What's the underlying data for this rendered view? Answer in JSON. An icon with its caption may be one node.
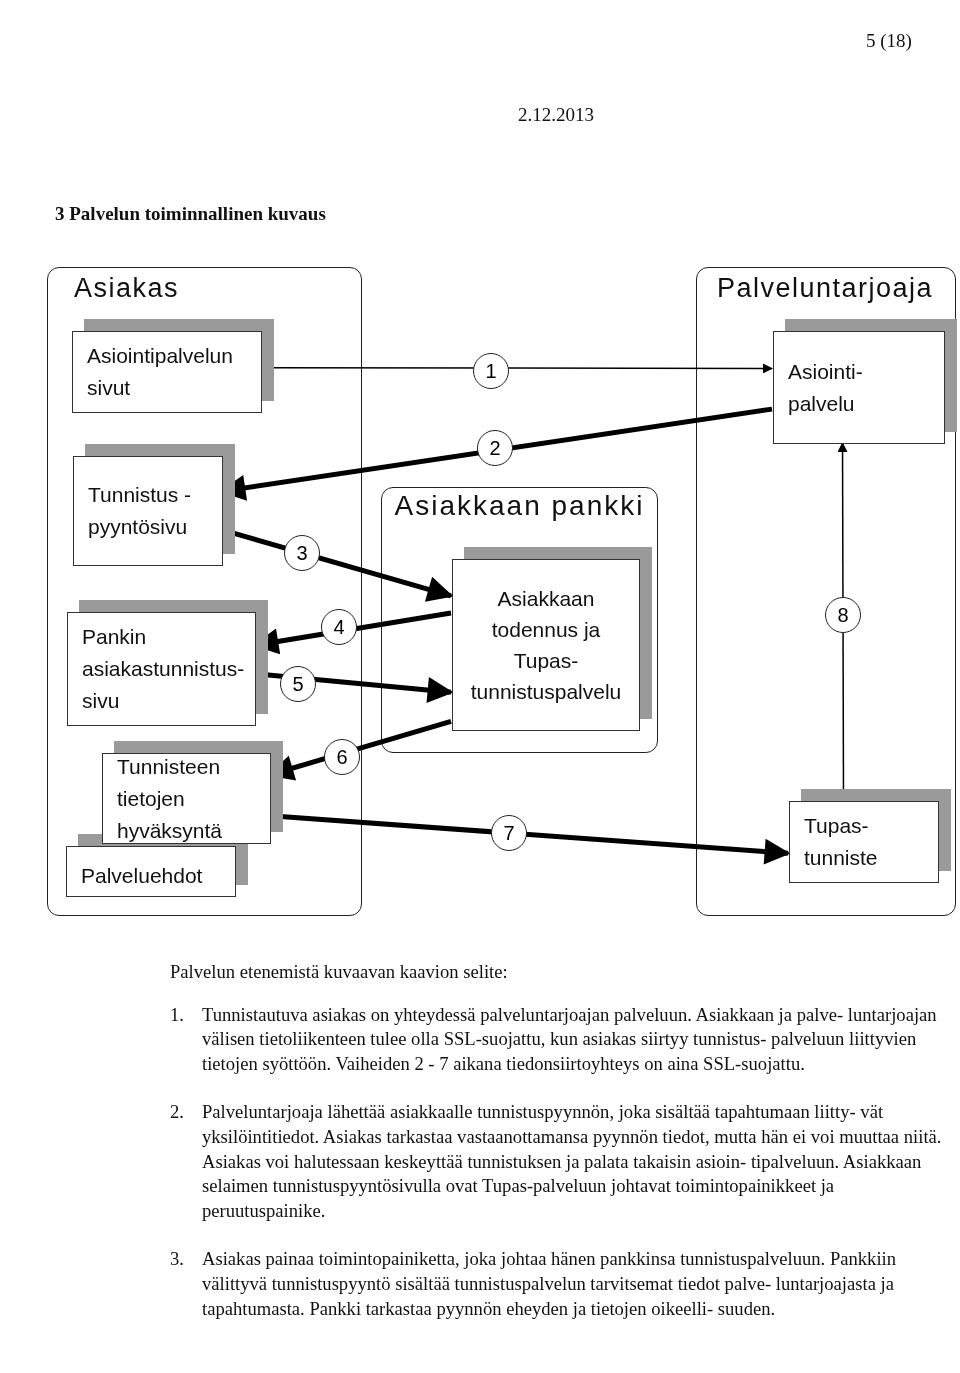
{
  "diagram": {
    "title": "3 Palvelun toiminnallinen kuvaus",
    "nodes": [
      {
        "text": [
          "Asiakas"
        ]
      },
      {
        "text": [
          "Asiointipalvelun sivut"
        ],
        "in": 0
      },
      {
        "text": [
          "Tunnistus - pyyntösivu"
        ],
        "in": 0
      },
      {
        "text": [
          "Pankin asiakastunnistus- sivu"
        ],
        "in": 0
      },
      {
        "text": [
          "Palveluehdot"
        ],
        "in": 0
      },
      {
        "text": [
          "Tunnisteen tietojen hyväksyntä"
        ],
        "in": 0
      },
      {
        "text": [
          "Palveluntarjoaja"
        ]
      },
      {
        "text": [
          "Asiointi- palvelu"
        ],
        "in": 6
      },
      {
        "text": [
          "Tupas- tunniste"
        ],
        "in": 6
      },
      {
        "text": [
          "Asiakkaan pankki"
        ]
      },
      {
        "text": [
          "Asiakkaan todennus ja Tupas- tunnistuspalvelu"
        ],
        "in": 9
      }
    ],
    "edges": [
      {
        "from": 1,
        "to": 7,
        "arrow": "both",
        "label": "1"
      },
      {
        "from": 7,
        "to": 2,
        "arrow": "to",
        "label": "2"
      },
      {
        "from": 2,
        "to": 10,
        "arrow": "to",
        "label": "3"
      },
      {
        "from": 10,
        "to": 3,
        "arrow": "to",
        "label": "4"
      },
      {
        "from": 3,
        "to": 10,
        "arrow": "to",
        "label": "5"
      },
      {
        "from": 10,
        "to": 5,
        "arrow": "to",
        "label": "6"
      },
      {
        "from": 5,
        "to": 8,
        "arrow": "to",
        "label": "7"
      },
      {
        "from": 8,
        "to": 7,
        "arrow": "to",
        "label": "8"
      }
    ],
    "labels": [
      "5 (18)",
      "2.12.2013",
      "Palvelun etenemistä kuvaavan kaavion selite:",
      "1.",
      "Tunnistautuva asiakas on yhteydessä palveluntarjoajan palveluun. Asiakkaan ja palve- luntarjoajan välisen tietoliikenteen tulee olla SSL-suojattu, kun asiakas siirtyy tunnistus- palveluun liittyvien tietojen syöttöön. Vaiheiden 2 - 7 aikana tiedonsiirtoyhteys on aina SSL-suojattu.",
      "2.",
      "Palveluntarjoaja lähettää asiakkaalle tunnistuspyynnön, joka sisältää tapahtumaan liitty- vät yksilöintitiedot. Asiakas tarkastaa vastaanottamansa pyynnön tiedot, mutta hän ei voi muuttaa niitä. Asiakas voi halutessaan keskeyttää tunnistuksen ja palata takaisin asioin- tipalveluun. Asiakkaan selaimen tunnistuspyyntösivulla ovat Tupas-palveluun johtavat toimintopainikkeet ja peruutuspainike.",
      "3.",
      "Asiakas painaa toimintopainiketta, joka johtaa hänen pankkinsa tunnistuspalveluun. Pankkiin välittyvä tunnistuspyyntö sisältää tunnistuspalvelun tarvitsemat tiedot palve- luntarjoajasta ja tapahtumasta. Pankki tarkastaa pyynnön eheyden ja tietojen oikeelli- suuden."
    ]
  }
}
